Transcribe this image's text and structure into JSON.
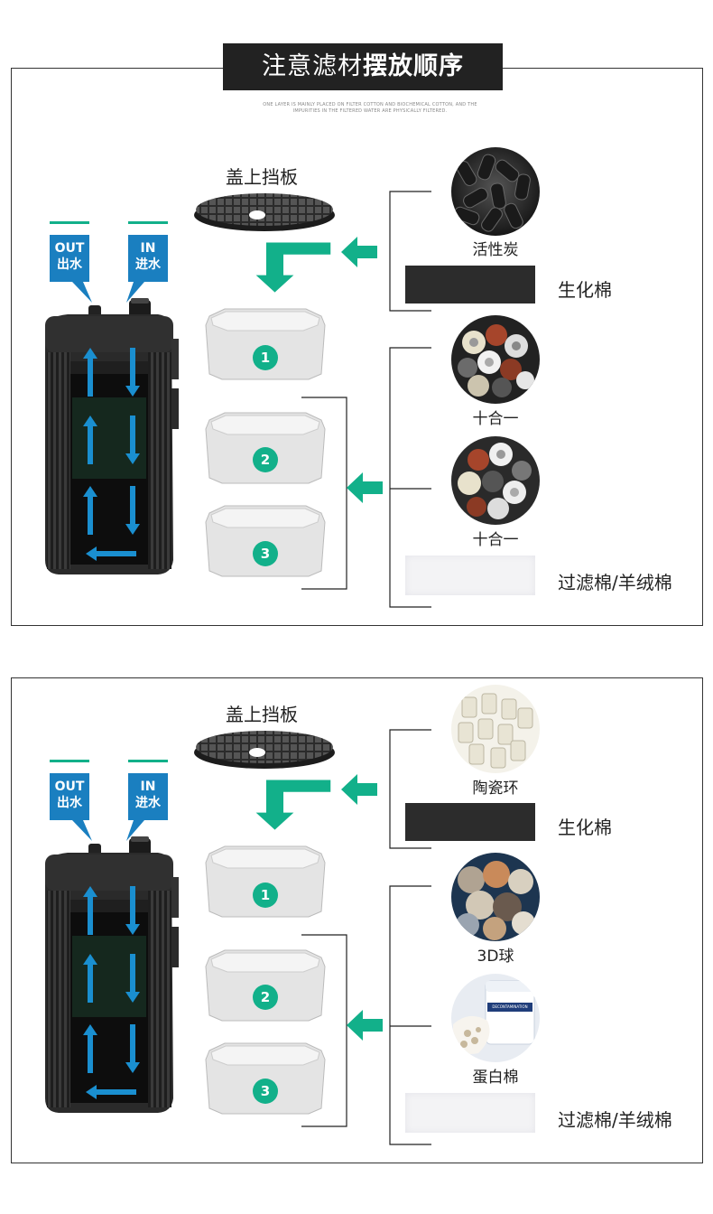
{
  "header": {
    "title_normal": "注意滤材",
    "title_bold": "摆放顺序",
    "subtitle_line1": "ONE LAYER IS MAINLY PLACED ON FILTER COTTON AND BIOCHEMICAL COTTON, AND THE",
    "subtitle_line2": "IMPURITIES IN THE FILTERED WATER ARE PHYSICALLY FILTERED."
  },
  "filter": {
    "out_label_en": "OUT",
    "out_label_cn": "出水",
    "in_label_en": "IN",
    "in_label_cn": "进水",
    "cover_label": "盖上挡板",
    "tray_numbers": [
      "1",
      "2",
      "3"
    ]
  },
  "panel_top": {
    "media": {
      "item1": "活性炭",
      "item2": "生化棉",
      "item3": "十合一",
      "item4": "十合一",
      "item5": "过滤棉/羊绒棉"
    }
  },
  "panel_bottom": {
    "media": {
      "item1": "陶瓷环",
      "item2": "生化棉",
      "item3": "3D球",
      "item4": "蛋白棉",
      "item5": "过滤棉/羊绒棉"
    },
    "jar_label": "DECONTAMINATION"
  },
  "colors": {
    "accent_green": "#12b08a",
    "label_blue": "#1a7fc0",
    "canister_dark": "#2a2a2a",
    "title_bg": "#222222"
  }
}
